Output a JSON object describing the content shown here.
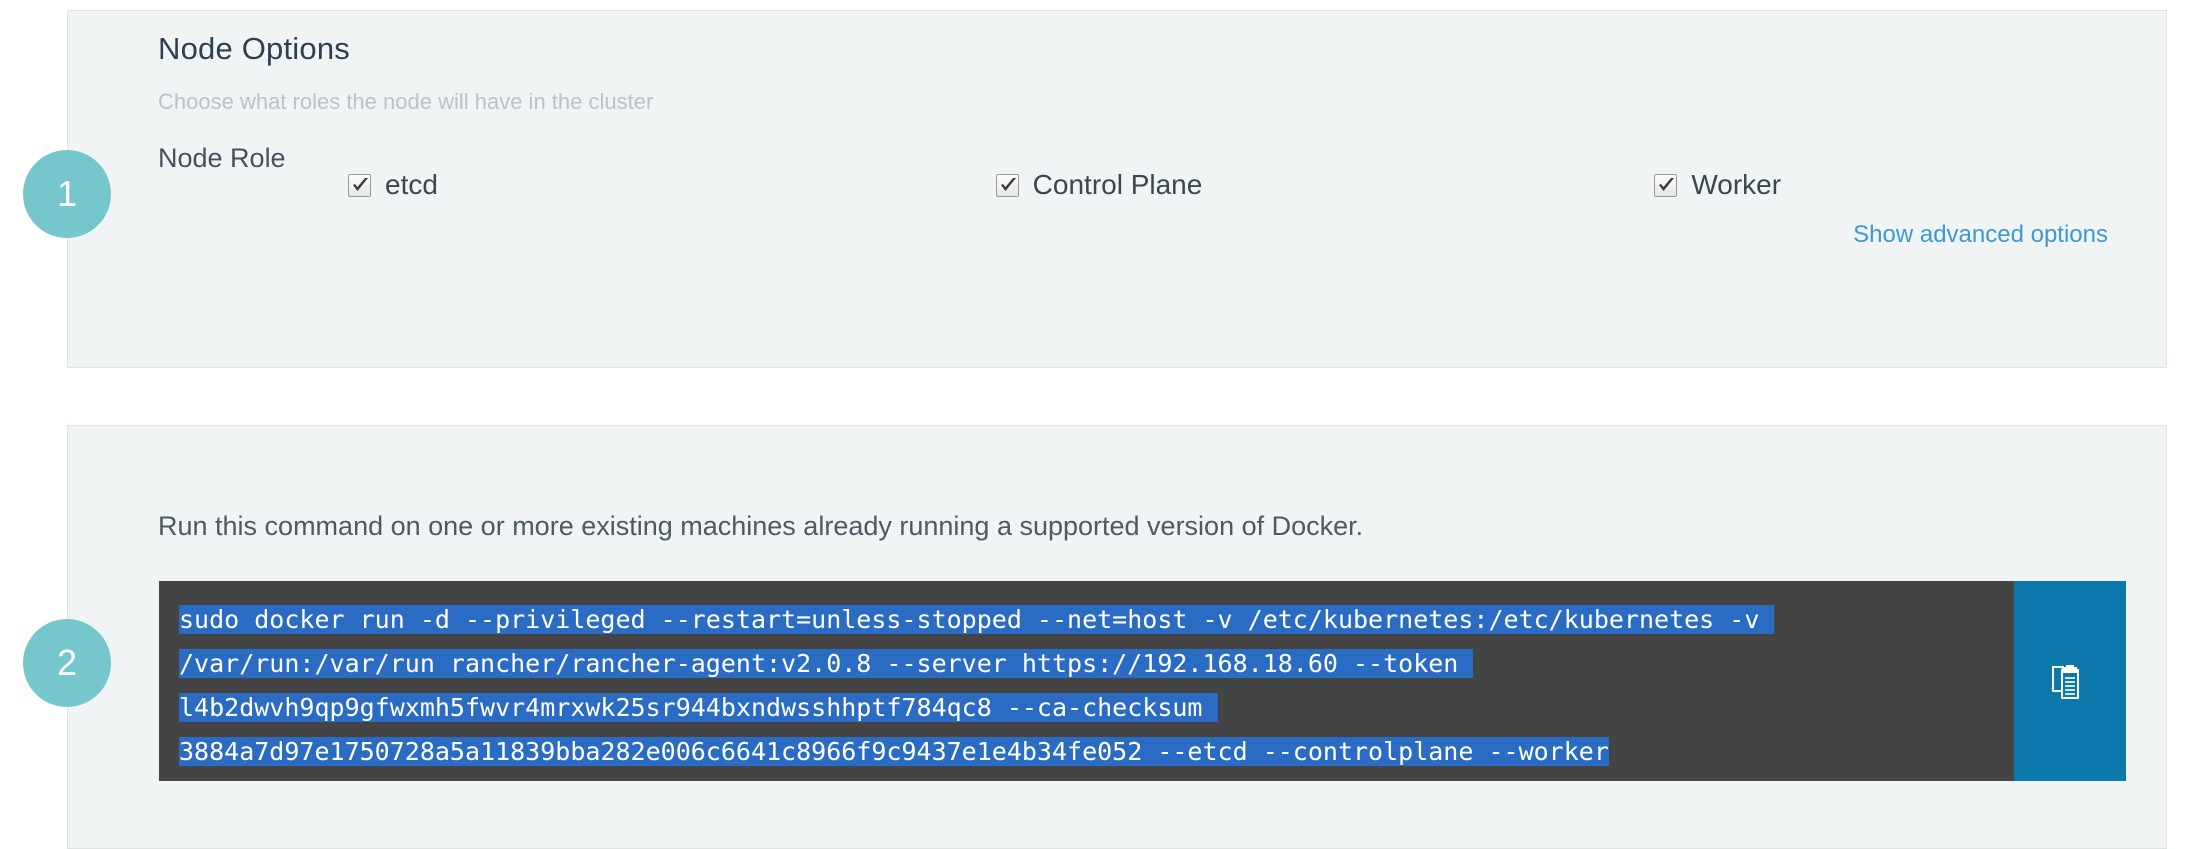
{
  "steps": [
    {
      "number": "1"
    },
    {
      "number": "2"
    }
  ],
  "node_options": {
    "title": "Node Options",
    "subtitle": "Choose what roles the node will have in the cluster",
    "field_label": "Node Role",
    "roles": [
      {
        "label": "etcd",
        "checked": true
      },
      {
        "label": "Control Plane",
        "checked": true
      },
      {
        "label": "Worker",
        "checked": true
      }
    ],
    "advanced_link": "Show advanced options"
  },
  "run_command": {
    "instruction": "Run this command on one or more existing machines already running a supported version of Docker.",
    "command": "sudo docker run -d --privileged --restart=unless-stopped --net=host -v /etc/kubernetes:/etc/kubernetes -v /var/run:/var/run rancher/rancher-agent:v2.0.8 --server https://192.168.18.60 --token l4b2dwvh9qp9gfwxmh5fwvr4mrxwk25sr944bxndwsshhptf784qc8 --ca-checksum 3884a7d97e1750728a5a11839bba282e006c6641c8966f9c9437e1e4b34fe052 --etcd --controlplane --worker",
    "copy_icon": "clipboard-icon",
    "selected": true
  },
  "colors": {
    "panel_background": "#f0f4f4",
    "panel_border": "#dde4e4",
    "step_badge": "#76c6ce",
    "link": "#3d98d3",
    "code_background": "#444444",
    "code_selection": "#2a6cc4",
    "copy_button": "#0d78ab",
    "title_text": "#2f4050",
    "subtitle_text": "#b9c2c6"
  }
}
